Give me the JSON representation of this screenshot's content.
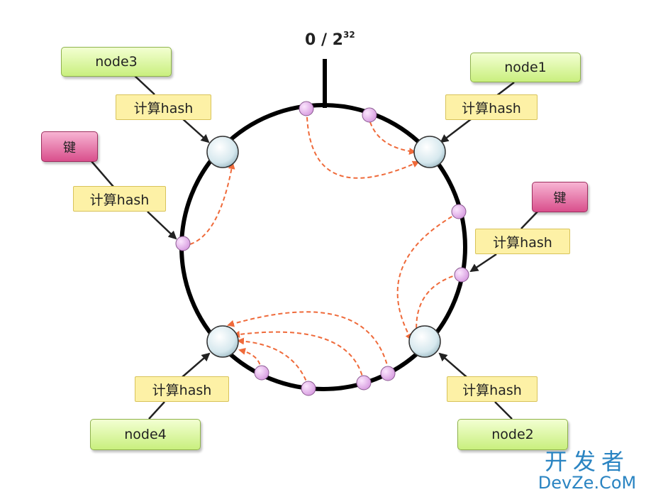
{
  "ring_label": {
    "base": "0 / 2",
    "exponent": "32"
  },
  "labels": {
    "node1": "node1",
    "node2": "node2",
    "node3": "node3",
    "node4": "node4",
    "compute_hash": "计算hash",
    "key": "键"
  },
  "watermark": {
    "cn": "开发者",
    "en": "DevZe.CoM"
  },
  "colors": {
    "ring": "#000000",
    "arrow": "#ef6a3a",
    "key_point": "#e7b5ee",
    "node_circle": "#c8dee6",
    "node_box": "#c9ef7e",
    "hash_box": "#fdf1a6",
    "key_box": "#d94f8c",
    "watermark": "#2a84c2"
  }
}
